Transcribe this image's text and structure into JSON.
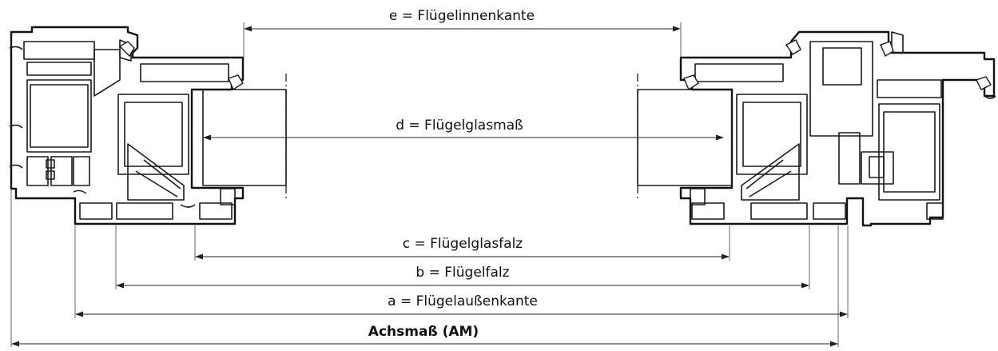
{
  "labels": {
    "e": "e = Flügelinnenkante",
    "d": "d = Flügelglasmaß",
    "c": "c = Flügelglasfalz",
    "b": "b = Flügelfalz",
    "a": "a = Flügelaußenkante",
    "am": "Achsmaß (AM)"
  }
}
